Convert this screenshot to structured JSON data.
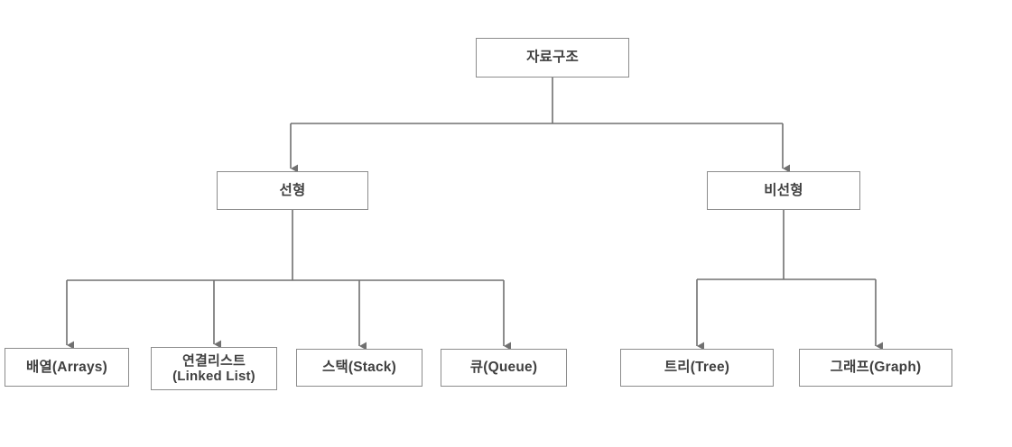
{
  "diagram": {
    "nodes": {
      "root": {
        "label": "자료구조"
      },
      "linear": {
        "label": "선형"
      },
      "nonlinear": {
        "label": "비선형"
      },
      "arrays": {
        "label": "배열(Arrays)"
      },
      "linked_list": {
        "label": "연결리스트\n(Linked List)"
      },
      "stack": {
        "label": "스택(Stack)"
      },
      "queue": {
        "label": "큐(Queue)"
      },
      "tree": {
        "label": "트리(Tree)"
      },
      "graph": {
        "label": "그래프(Graph)"
      }
    },
    "edges": [
      {
        "from": "자료구조",
        "to": "선형"
      },
      {
        "from": "자료구조",
        "to": "비선형"
      },
      {
        "from": "선형",
        "to": "배열(Arrays)"
      },
      {
        "from": "선형",
        "to": "연결리스트(Linked List)"
      },
      {
        "from": "선형",
        "to": "스택(Stack)"
      },
      {
        "from": "선형",
        "to": "큐(Queue)"
      },
      {
        "from": "비선형",
        "to": "트리(Tree)"
      },
      {
        "from": "비선형",
        "to": "그래프(Graph)"
      }
    ],
    "colors": {
      "background": "#ffffff",
      "node_border": "#8c8c8c",
      "connector_line": "#707070",
      "text": "#404040"
    }
  }
}
